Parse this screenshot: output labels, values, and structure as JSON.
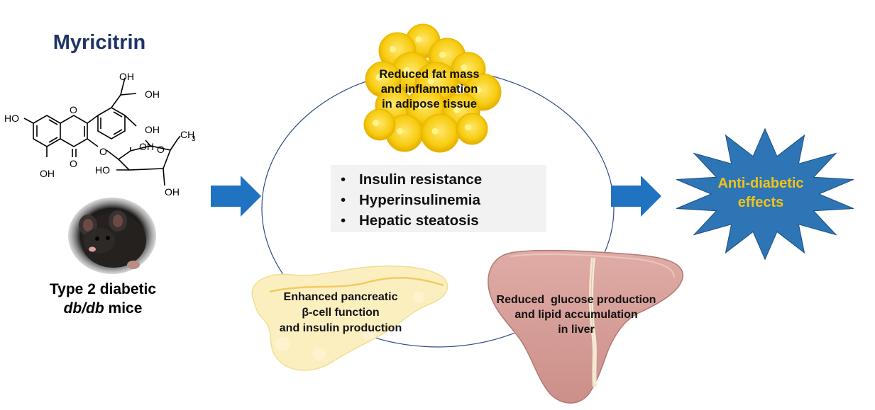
{
  "title": "Myricitrin",
  "structure_labels": {
    "oh_top": "OH",
    "oh_right_1": "OH",
    "oh_right_2": "OH",
    "oh_left": "HO",
    "ch3": "CH",
    "ch3_sub": "3",
    "oh_bottom_left": "OH",
    "o_carbonyl": "O",
    "o_ring": "O",
    "o_sugar": "O",
    "ho_sugar_left": "HO",
    "oh_sugar_top": "OH",
    "oh_sugar_bottom": "OH"
  },
  "mice_label": {
    "line1": "Type 2 diabetic",
    "italic": "db/db",
    "rest": " mice"
  },
  "effects_list": [
    "Insulin resistance",
    "Hyperinsulinemia",
    "Hepatic steatosis"
  ],
  "bullet_symbol": "•",
  "adipose_text": [
    "Reduced fat mass",
    "and inflammation",
    "in adipose tissue"
  ],
  "pancreas_text": [
    "Enhanced pancreatic",
    "β-cell function",
    "and insulin production"
  ],
  "liver_text": [
    "Reduced  glucose production",
    "and lipid accumulation",
    "in liver"
  ],
  "outcome_text": [
    "Anti-diabetic",
    "effects"
  ],
  "colors": {
    "title": "#1f3464",
    "arrow_blue": "#1f73c0",
    "down_arrow": "#e8141c",
    "star_fill": "#2e75b6",
    "outcome_text": "#f2c318",
    "fat_cell": "#f5c800",
    "pancreas": "#fbefc0",
    "liver": "#d7a19c",
    "circle": "#2f4a86"
  },
  "icons": {
    "arrow_left": "right-arrow-icon",
    "arrow_right": "right-arrow-icon",
    "decrease": "down-arrow-icon"
  }
}
